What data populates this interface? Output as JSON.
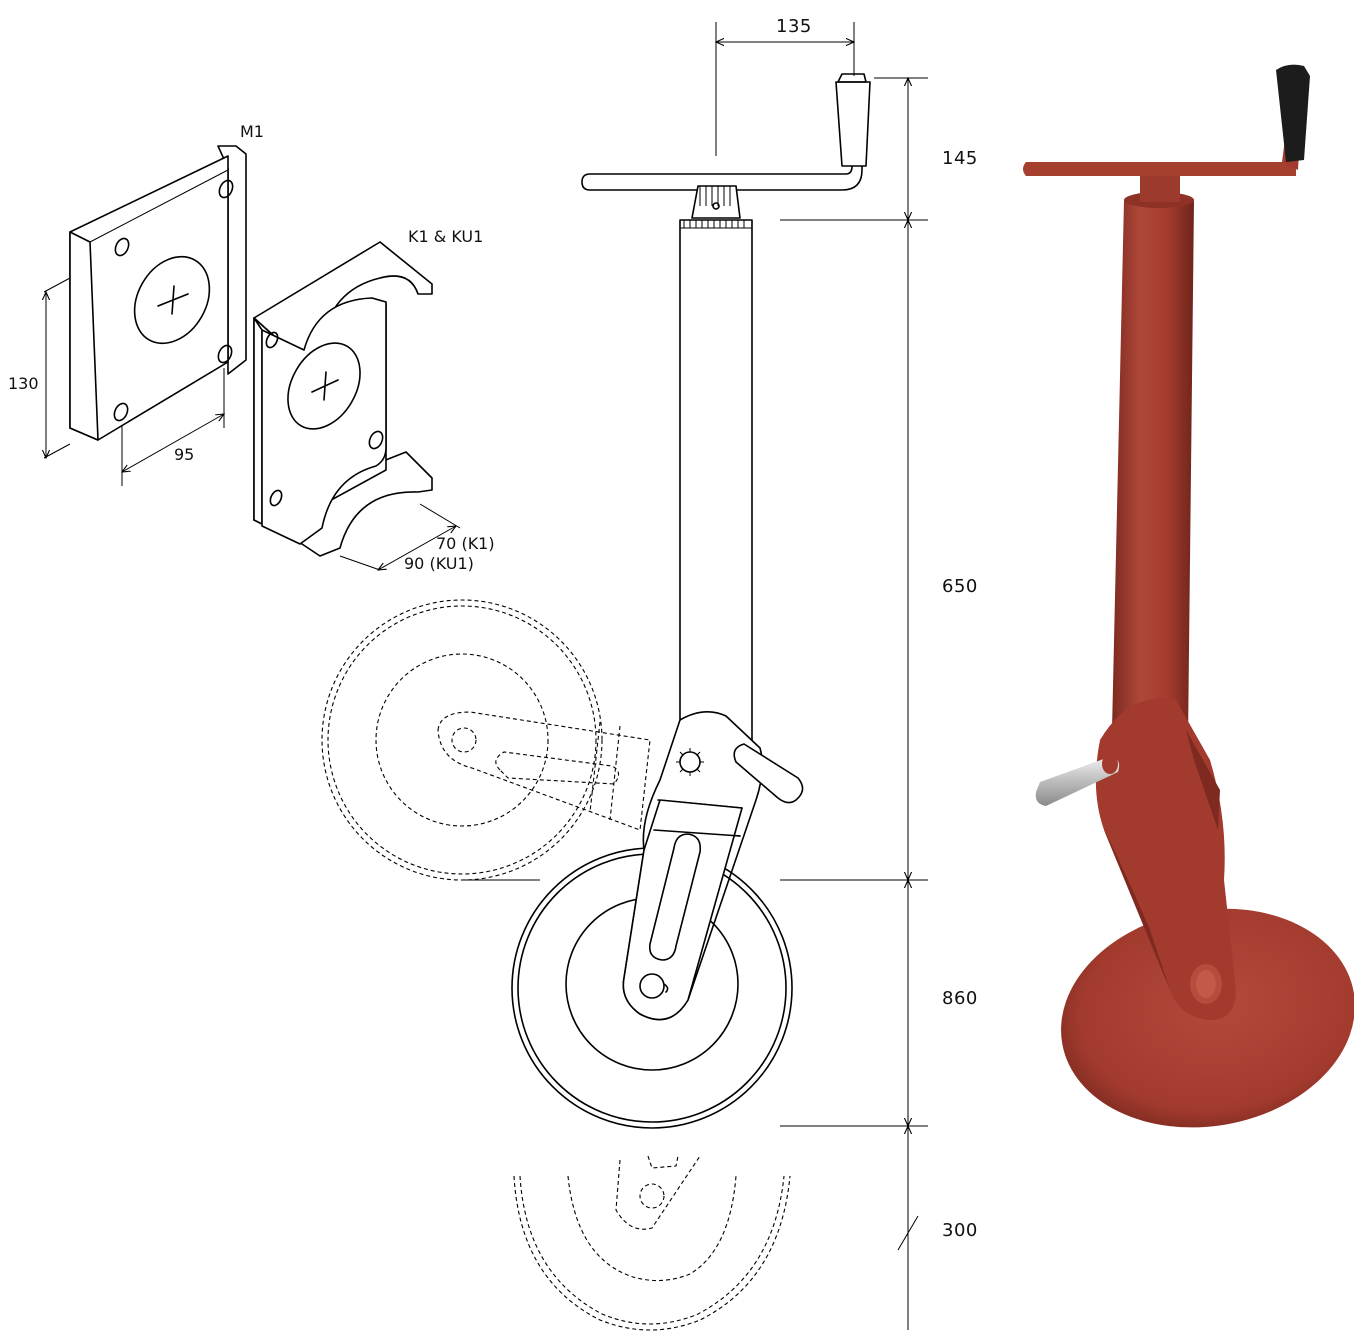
{
  "labels": {
    "bracket_m1": "M1",
    "bracket_k1": "K1 & KU1",
    "dim_130": "130",
    "dim_95": "95",
    "dim_70": "70 (K1)",
    "dim_90": "90 (KU1)",
    "dim_135": "135",
    "dim_145": "145",
    "dim_650": "650",
    "dim_860": "860",
    "dim_300": "300"
  },
  "colors": {
    "line": "#000000",
    "jack_body": "#a23a2e",
    "jack_shadow": "#7e2a20",
    "jack_highlight": "#bd5244",
    "handle_grip": "#1c1c1c",
    "pin_steel": "#c9c9c9"
  },
  "icons": {
    "crosshair": "plus-mark",
    "ratchet": "sunburst-gear"
  }
}
